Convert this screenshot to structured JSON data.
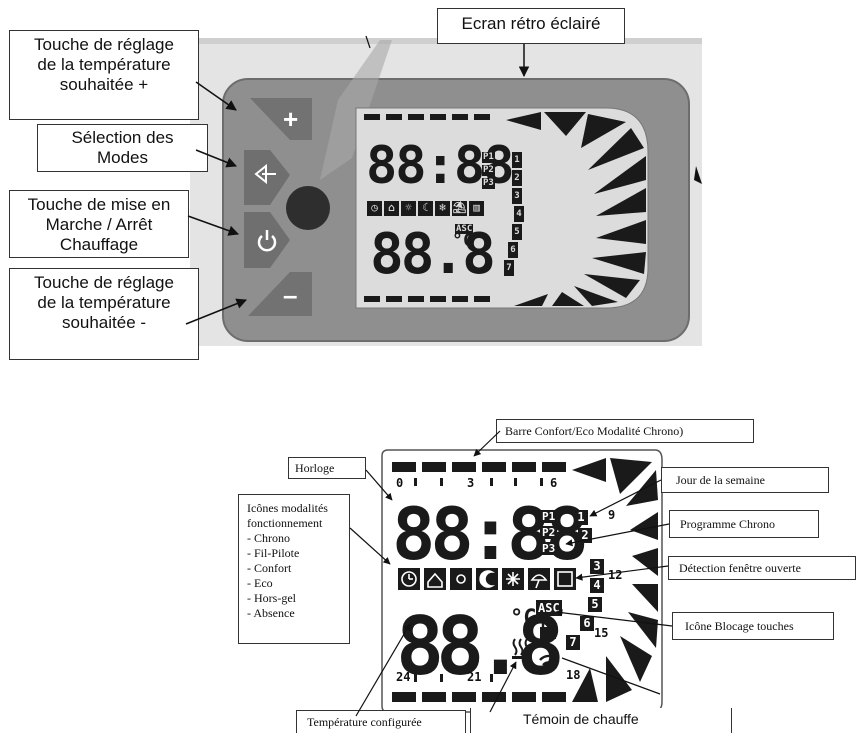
{
  "top": {
    "labels": {
      "ecran": "Ecran rétro éclairé",
      "plus_lines": [
        "Touche de réglage",
        "de la température",
        "souhaitée  +"
      ],
      "modes_lines": [
        "Sélection des",
        "Modes"
      ],
      "marche_lines": [
        "Touche de mise en",
        "Marche / Arrêt",
        "Chauffage"
      ],
      "minus_lines": [
        "Touche de réglage",
        "de la température",
        "souhaitée -"
      ]
    },
    "buttons": {
      "plus": "+",
      "minus": "–"
    }
  },
  "lcd": {
    "clock_digits": "88:88",
    "temp_digits": "88.8",
    "unit": "°C",
    "programs": [
      "P1",
      "P2",
      "P3"
    ],
    "days": [
      "1",
      "2",
      "3",
      "4",
      "5",
      "6",
      "7"
    ],
    "hour_ticks_top": [
      "0",
      "3",
      "6"
    ],
    "hour_ticks_side": [
      "9",
      "12",
      "15",
      "18"
    ],
    "hour_ticks_bottom": [
      "24",
      "21"
    ],
    "asc": "ASC",
    "colors": {
      "lcd_bg": "#dcdcdc",
      "segment": "#1a1a1a",
      "panel": "#8f8f8f",
      "button": "#727272"
    }
  },
  "bottom": {
    "labels": {
      "barre": "Barre Confort/Eco  Modalité Chrono)",
      "horloge": "Horloge",
      "jour": "Jour de la semaine",
      "programme": "Programme Chrono",
      "detection": "Détection fenêtre ouverte",
      "blocage": "Icône Blocage touches",
      "temp_conf": "Température configurée",
      "temoin": "Témoin de chauffe",
      "icones_title": [
        "Icônes modalités",
        "fonctionnement"
      ],
      "icones_list": [
        "- Chrono",
        "- Fil-Pilote",
        "- Confort",
        "- Eco",
        "- Hors-gel",
        "- Absence"
      ]
    }
  }
}
